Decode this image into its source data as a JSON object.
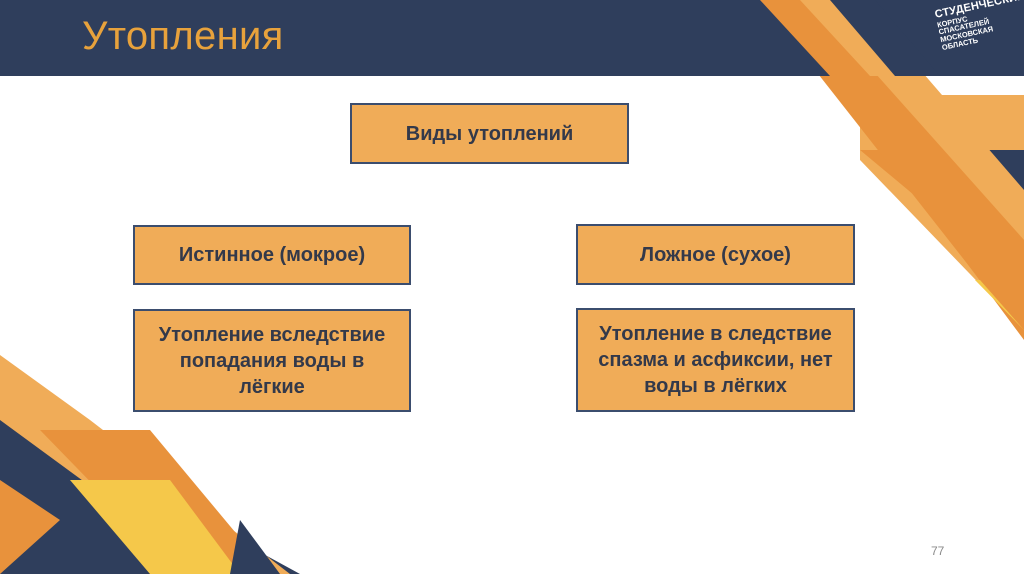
{
  "slide": {
    "title": "Утопления",
    "page_number": "77"
  },
  "logo": {
    "line1": "СТУДЕНЧЕСКИЙ",
    "line2": "КОРПУС СПАСАТЕЛЕЙ",
    "line3": "МОСКОВСКАЯ ОБЛАСТЬ"
  },
  "diagram": {
    "root": "Виды утоплений",
    "branches": [
      {
        "label": "Истинное (мокрое)",
        "description": "Утопление вследствие попадания воды в лёгкие"
      },
      {
        "label": "Ложное (сухое)",
        "description": "Утопление в следствие спазма и асфиксии, нет воды в лёгких"
      }
    ]
  },
  "colors": {
    "navy": "#2f3e5c",
    "orange": "#e8923c",
    "light_orange": "#f0ac58",
    "yellow": "#f5c84a",
    "box_border": "#3b4d6e"
  }
}
